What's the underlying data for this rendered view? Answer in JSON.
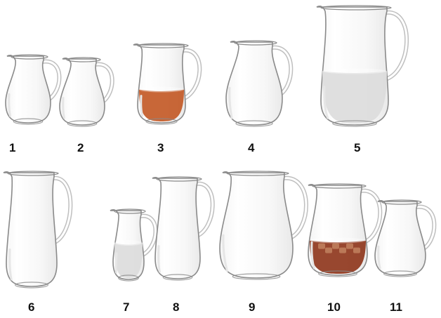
{
  "catalog": {
    "items": [
      {
        "label": "1",
        "liquid": "none"
      },
      {
        "label": "2",
        "liquid": "none"
      },
      {
        "label": "3",
        "liquid": "amber"
      },
      {
        "label": "4",
        "liquid": "none"
      },
      {
        "label": "5",
        "liquid": "water"
      },
      {
        "label": "6",
        "liquid": "none"
      },
      {
        "label": "7",
        "liquid": "water"
      },
      {
        "label": "8",
        "liquid": "none"
      },
      {
        "label": "9",
        "liquid": "none"
      },
      {
        "label": "10",
        "liquid": "iced-tea"
      },
      {
        "label": "11",
        "liquid": "none"
      }
    ]
  },
  "colors": {
    "glass_outline": "#8a8a8a",
    "glass_highlight": "#e6e6e6",
    "amber": "#c0521d",
    "water": "#dcdcdc",
    "iced_tea": "#8a2e12"
  }
}
